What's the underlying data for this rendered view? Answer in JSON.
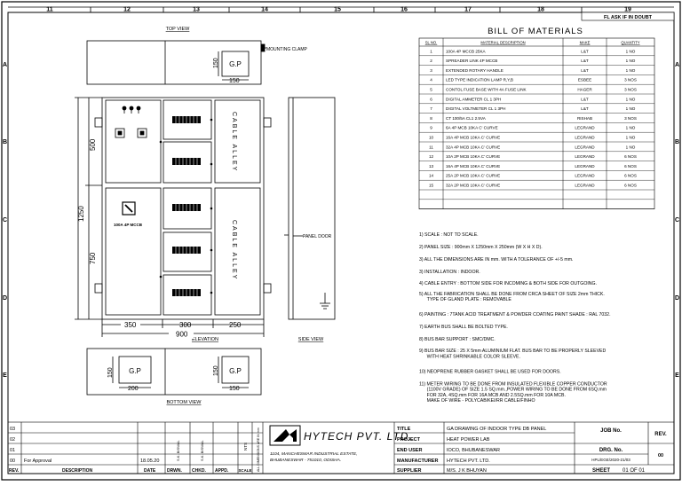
{
  "frame": {
    "columns": [
      "11",
      "12",
      "13",
      "14",
      "15",
      "16",
      "17",
      "18",
      "19"
    ],
    "rows": [
      "A",
      "B",
      "C",
      "D",
      "E"
    ]
  },
  "corner_note": "FL ASK IF IN DOUBT",
  "views": {
    "top": "TOP VIEW",
    "elevation": "ELEVATION",
    "side": "SIDE VIEW",
    "bottom": "BOTTOM VIEW"
  },
  "callouts": {
    "mounting_clamp": "MOUNTING CLAMP",
    "panel_door": "PANEL DOOR",
    "gp": "G.P",
    "cable_alley": "CABLE ALLEY",
    "mccb": "100A 4P MCCB"
  },
  "dimensions": {
    "top_h": "150",
    "top_w": "150",
    "bottom_h": "150",
    "bottom_w": "150",
    "bottom_left_w": "200",
    "h_total": "1250",
    "h_upper": "500",
    "h_lower": "750",
    "w_left": "350",
    "w_mid": "300",
    "w_right": "250",
    "w_total": "900"
  },
  "bom": {
    "title": "BILL OF MATERIALS",
    "headers": [
      "SL NO.",
      "MATERIAL DESCRIPTION",
      "MAKE",
      "QUANTITY"
    ],
    "rows": [
      [
        "1",
        "100A 4P MCCB 25KA",
        "L&T",
        "1 NO"
      ],
      [
        "2",
        "SPREADER LINK 4P MCCB",
        "L&T",
        "1 NO"
      ],
      [
        "3",
        "EXTENDED ROTARY HANDLE",
        "L&T",
        "1 NO"
      ],
      [
        "4",
        "LED TYPE INDICATION LAMP R,Y,B",
        "ESBEE",
        "3 NOS"
      ],
      [
        "5",
        "CONTOL FUSE BASE WITH 4A FUSE LINK",
        "HAGER",
        "3 NOS"
      ],
      [
        "6",
        "DIGITAL AMMETER CL 1 3PH",
        "L&T",
        "1 NO"
      ],
      [
        "7",
        "DIGITAL VOLTMETER CL 1 3PH",
        "L&T",
        "1 NO"
      ],
      [
        "8",
        "CT 100/5A CL1 2.5VA",
        "RISHAB",
        "3 NOS"
      ],
      [
        "9",
        "6A 4P MCB 10KA C' CURVE",
        "LEGRAND",
        "1 NO"
      ],
      [
        "10",
        "16A 4P MCB 10KA C' CURVE",
        "LEGRAND",
        "1 NO"
      ],
      [
        "11",
        "32A 4P MCB 10KA C' CURVE",
        "LEGRAND",
        "1 NO"
      ],
      [
        "12",
        "10A 2P MCB 10KA C' CURVE",
        "LEGRAND",
        "6 NOS"
      ],
      [
        "13",
        "16A 4P MCB 10KA C' CURVE",
        "LEGRAND",
        "6 NOS"
      ],
      [
        "14",
        "25A 2P MCB 10KA C' CURVE",
        "LEGRAND",
        "6 NOS"
      ],
      [
        "15",
        "32A 2P MCB 10KA C' CURVE",
        "LEGRAND",
        "6 NOS"
      ],
      [
        "",
        "",
        "",
        ""
      ],
      [
        "",
        "",
        "",
        ""
      ]
    ]
  },
  "notes": [
    "1)  SCALE : NOT TO SCALE.",
    "2)  PANEL SIZE : 900mm X 1250mm X 250mm (W X H X D).",
    "3)  ALL THE DIMENSIONS ARE IN mm. WITH A TOLERANCE OF +/-5 mm.",
    "3)  INSTALLATION : INDOOR.",
    "4)  CABLE ENTRY : BOTTOM SIDE FOR INCOMING & BOTH SIDE FOR OUTGOING.",
    "5)  ALL THE FABRICATION SHALL BE DONE FROM CRCA SHEET OF SIZE 2mm THICK.|      TYPE OF GLAND PLATE : REMOVABLE",
    "6)  PAINTING : 7TANK ACID TREATMENT & POWDER COATING PAINT SHADE : RAL 7032.",
    "7)  EARTH BUS SHALL BE BOLTED TYPE.",
    "8)  BUS BAR SUPPORT : SMC/DMC.",
    "9)  BUS BAR SIZE : 25 X 5mm ALUMINIUM FLAT. BUS BAR TO BE PROPERLY SLEEVED|      WITH HEAT SHRINKABLE COLOR SLEEVE.",
    "10) NEOPRENE RUBBER GASKET SHALL BE USED FOR DOORS.",
    "11) METER WIRING TO BE DONE FROM INSULATED FLEXIBLE COPPER CONDUCTOR|      (1100V GRADE) OF SIZE 1.5 SQ.mm.,POWER WIRING TO BE DONE FROM 6SQ.mm|      FOR 32A, 4SQ.mm FOR 16A MCB AND 2.5SQ.mm FOR 10A MCB.|      MAKE OF WIRE - POLYCAB/KEI/RR CABLE/FINHO"
  ],
  "revisions": {
    "rows": [
      {
        "rev": "03",
        "desc": "",
        "date": ""
      },
      {
        "rev": "02",
        "desc": "",
        "date": ""
      },
      {
        "rev": "01",
        "desc": "",
        "date": ""
      },
      {
        "rev": "00",
        "desc": "For Approval",
        "date": "18.05.20"
      }
    ],
    "headers": {
      "rev": "REV.",
      "desc": "DESCRIPTION",
      "date": "DATE",
      "drwn": "DRWN.",
      "chkd": "CHKD.",
      "appd": "APPD.",
      "scale": "SCALE"
    },
    "drwn_initials": "S.K. BISWAL",
    "chkd_initials": "S.K. BISWAL",
    "scale_value": "NTS",
    "units_note": "ALL DIMENSIONS ARE IN mm"
  },
  "company": {
    "name": "HYTECH PVT. LTD.",
    "address_line1": "1104, MANCHESWAR INDUSTRIAL ESTATE,",
    "address_line2": "BHUBANESWAR - 751010, ODISHA."
  },
  "title_block": {
    "labels": {
      "title": "TITLE",
      "project": "PROJECT",
      "end_user": "END USER",
      "manufacturer": "MANUFACTURER",
      "supplier": "SUPPLIER",
      "job": "JOB No.",
      "rev": "REV.",
      "drg": "DRG. No.",
      "sheet": "SHEET"
    },
    "title": "GA DRAWING OF INDOOR TYPE DB PANEL",
    "project": "HEAT POWER LAB",
    "end_user": "IOCO, BHUBANESWAR",
    "manufacturer": "HYTECH PVT. LTD.",
    "supplier": "M/S. J K BHUYAN",
    "job_no": "",
    "rev_value": "00",
    "drg_no": "HPL/EGE/2020-21/03",
    "sheet": "01 OF 01"
  }
}
